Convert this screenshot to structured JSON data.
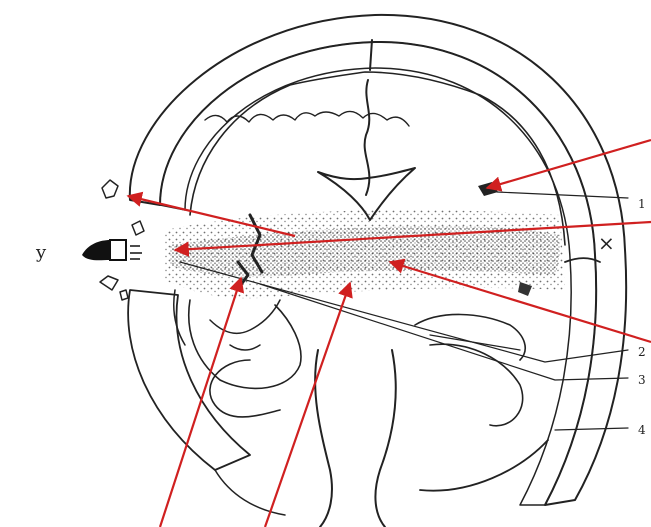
{
  "labels": {
    "y": "y",
    "x": "×",
    "n1": "1",
    "n2": "2",
    "n3": "3",
    "n4": "4"
  },
  "colors": {
    "ink": "#222222",
    "arrow": "#d02020",
    "background": "#ffffff"
  },
  "icons": {
    "bullet": "bullet-icon",
    "arrowhead": "red-arrowhead"
  }
}
